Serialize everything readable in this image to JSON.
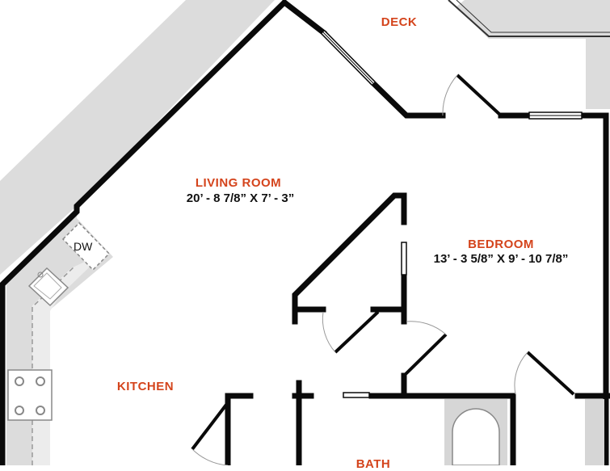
{
  "colors": {
    "label": "#d4441c",
    "wall": "#0a0a0a",
    "exterior": "#dcdcdc",
    "fixture": "#c8c8c8",
    "background": "#ffffff"
  },
  "rooms": {
    "deck": {
      "name": "DECK"
    },
    "living": {
      "name": "LIVING ROOM",
      "dims": "20’ - 8 7/8” X 7’ - 3”"
    },
    "bedroom": {
      "name": "BEDROOM",
      "dims": "13’ - 3 5/8” X 9’ - 10 7/8”"
    },
    "kitchen": {
      "name": "KITCHEN"
    },
    "bath": {
      "name": "BATH"
    }
  },
  "appliances": {
    "dishwasher": "DW"
  },
  "icons": [
    "sink-icon",
    "cooktop-icon",
    "bathtub-icon",
    "door-swing-icon",
    "window-icon"
  ]
}
